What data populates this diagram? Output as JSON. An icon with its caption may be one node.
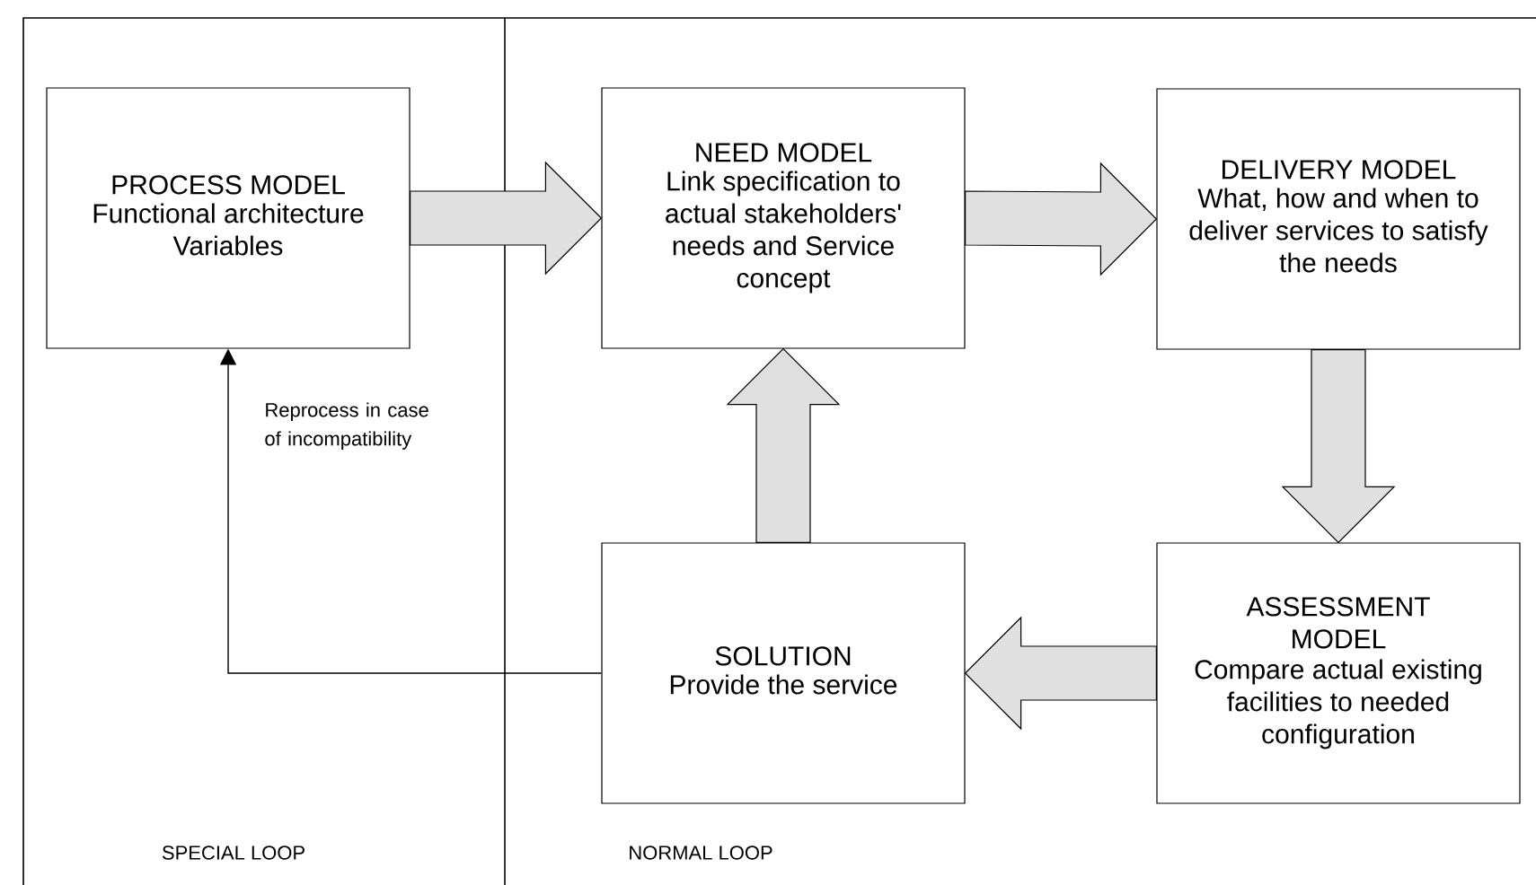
{
  "diagram": {
    "nodes": [
      {
        "text": [
          "PROCESS MODEL",
          "Functional architecture Variables"
        ]
      },
      {
        "text": [
          "NEED MODEL",
          "Link specification to actual stakeholders' needs and Service concept"
        ]
      },
      {
        "text": [
          "DELIVERY MODEL",
          "What, how and when to deliver services to satisfy the needs"
        ]
      },
      {
        "text": [
          "ASSESSMENT MODEL",
          "Compare actual existing facilities to needed configuration"
        ]
      },
      {
        "text": [
          "SOLUTION",
          "Provide the service"
        ]
      }
    ],
    "edges": [
      {
        "from": 0,
        "to": 1,
        "arrow": "to",
        "style": "thick"
      },
      {
        "from": 1,
        "to": 2,
        "arrow": "to",
        "style": "thick"
      },
      {
        "from": 2,
        "to": 3,
        "arrow": "to",
        "style": "thick"
      },
      {
        "from": 3,
        "to": 4,
        "arrow": "to",
        "style": "thick"
      },
      {
        "from": 4,
        "to": 1,
        "arrow": "to",
        "style": "thick"
      },
      {
        "from": 4,
        "to": 0,
        "arrow": "to",
        "label": "Reprocess in case of incompatibility"
      }
    ],
    "labels": [
      "SPECIAL LOOP",
      "NORMAL LOOP"
    ]
  }
}
